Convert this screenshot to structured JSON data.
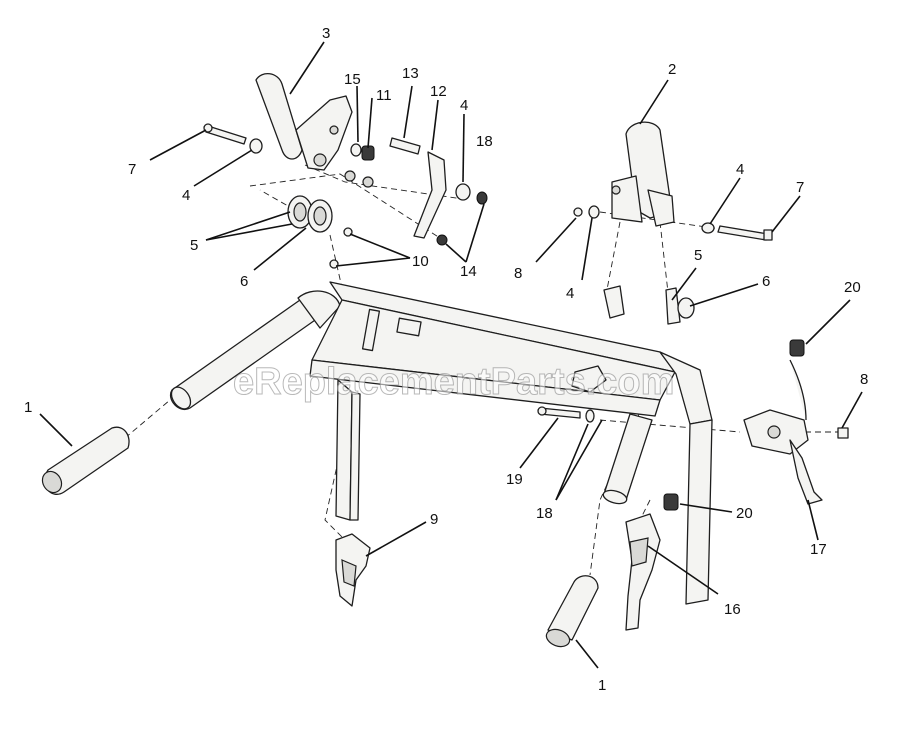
{
  "watermark": "eReplacementParts.com",
  "callouts": {
    "c1a": "1",
    "c1b": "1",
    "c2": "2",
    "c3": "3",
    "c4a": "4",
    "c4b": "4",
    "c4c": "4",
    "c4d": "4",
    "c5a": "5",
    "c5b": "5",
    "c6a": "6",
    "c6b": "6",
    "c7a": "7",
    "c7b": "7",
    "c8a": "8",
    "c8b": "8",
    "c9": "9",
    "c10": "10",
    "c11": "11",
    "c12": "12",
    "c13": "13",
    "c14": "14",
    "c15": "15",
    "c16": "16",
    "c17": "17",
    "c18a": "18",
    "c18b": "18",
    "c19": "19",
    "c20a": "20",
    "c20b": "20"
  }
}
